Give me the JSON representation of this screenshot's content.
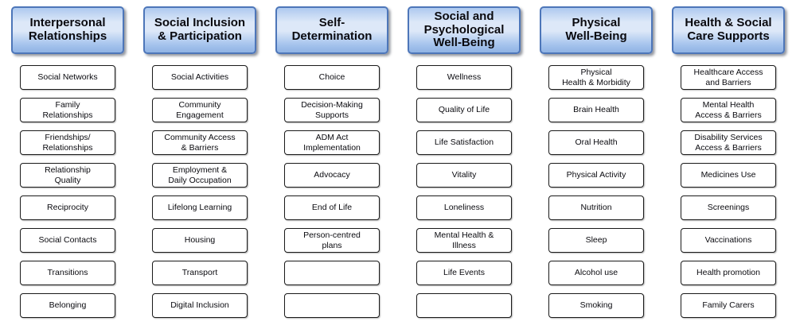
{
  "diagram": {
    "title_implicit": "Domain taxonomy diagram",
    "columns": [
      {
        "header": "Interpersonal\nRelationships",
        "items": [
          "Social Networks",
          "Family\nRelationships",
          "Friendships/\nRelationships",
          "Relationship\nQuality",
          "Reciprocity",
          "Social Contacts",
          "Transitions",
          "Belonging"
        ]
      },
      {
        "header": "Social Inclusion\n& Participation",
        "items": [
          "Social Activities",
          "Community\nEngagement",
          "Community Access\n& Barriers",
          "Employment &\nDaily Occupation",
          "Lifelong Learning",
          "Housing",
          "Transport",
          "Digital Inclusion"
        ]
      },
      {
        "header": "Self-\nDetermination",
        "items": [
          "Choice",
          "Decision-Making\nSupports",
          "ADM Act\nImplementation",
          "Advocacy",
          "End of Life",
          "Person-centred\nplans",
          "",
          ""
        ]
      },
      {
        "header": "Social and\nPsychological\nWell-Being",
        "items": [
          "Wellness",
          "Quality of Life",
          "Life Satisfaction",
          "Vitality",
          "Loneliness",
          "Mental Health &\nIllness",
          "Life Events",
          ""
        ]
      },
      {
        "header": "Physical\nWell-Being",
        "items": [
          "Physical\nHealth & Morbidity",
          "Brain Health",
          "Oral Health",
          "Physical Activity",
          "Nutrition",
          "Sleep",
          "Alcohol use",
          "Smoking"
        ]
      },
      {
        "header": "Health & Social\nCare Supports",
        "items": [
          "Healthcare Access\nand Barriers",
          "Mental Health\nAccess & Barriers",
          "Disability Services\nAccess & Barriers",
          "Medicines Use",
          "Screenings",
          "Vaccinations",
          "Health promotion",
          "Family Carers"
        ]
      }
    ]
  },
  "colors": {
    "header_fill_top": "#aec9ef",
    "header_fill_mid": "#dde8f8",
    "header_fill_low": "#a9c6ee",
    "header_fill_bottom": "#8fb3e4",
    "header_border": "#4d76b9",
    "box_border": "#1a1a1a",
    "page_bg": "#ffffff",
    "text_color": "#0a0a0f"
  }
}
